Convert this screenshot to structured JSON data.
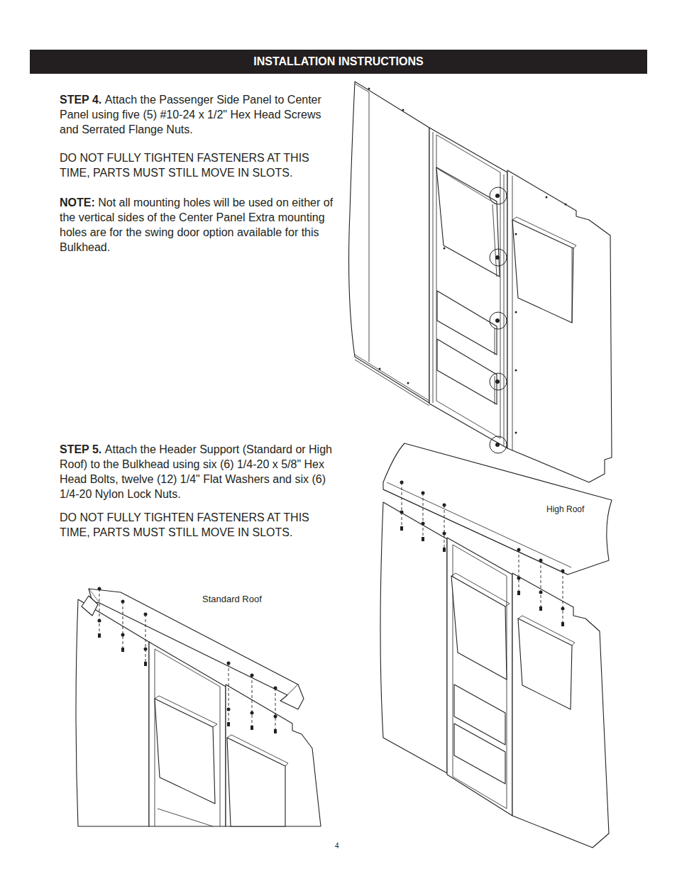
{
  "diagram": {
    "title": "INSTALLATION INSTRUCTIONS",
    "labels": [
      "STEP 4.",
      "Attach the Passenger Side Panel to Center Panel using five (5) #10-24 x 1/2\" Hex Head Screws and Serrated Flange Nuts.",
      "DO NOT FULLY TIGHTEN FASTENERS AT THIS TIME, PARTS MUST STILL MOVE IN SLOTS.",
      "NOTE:",
      "Not all mounting holes will be used on either of the vertical sides of the Center Panel Extra mounting holes are for the swing door option available for this Bulkhead.",
      "STEP 5.",
      "Attach the Header Support (Standard or High Roof) to the Bulkhead using six (6) 1/4-20 x 5/8\" Hex Head Bolts, twelve (12) 1/4\" Flat Washers and six (6) 1/4-20 Nylon Lock Nuts.",
      "DO NOT FULLY TIGHTEN FASTENERS AT THIS TIME, PARTS MUST STILL MOVE IN SLOTS.",
      "Standard Roof",
      "High Roof",
      "4"
    ]
  }
}
